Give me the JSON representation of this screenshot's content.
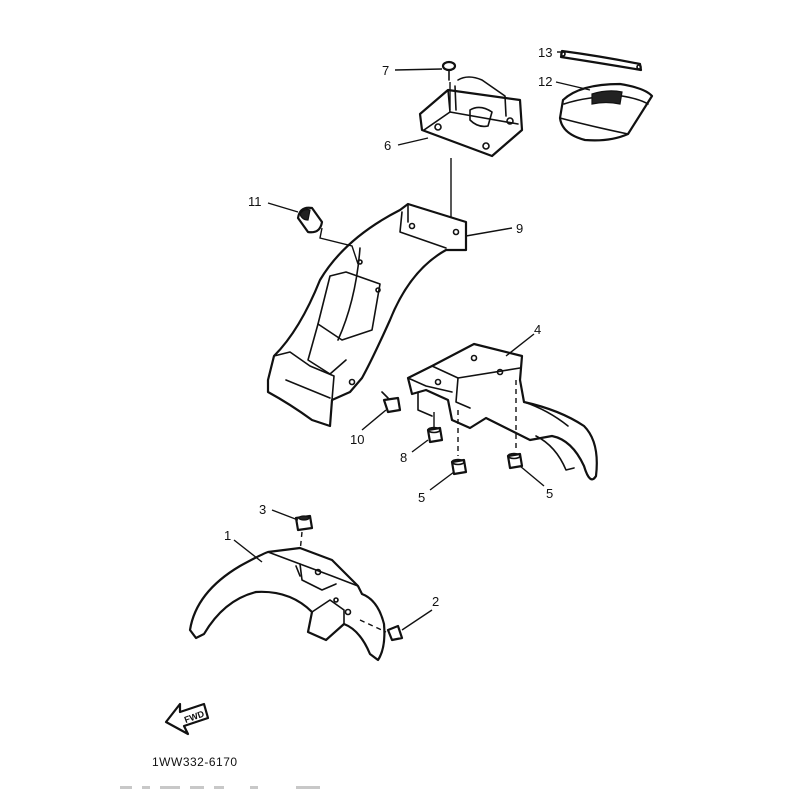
{
  "callouts": {
    "c1": "1",
    "c2": "2",
    "c3": "3",
    "c4": "4",
    "c5a": "5",
    "c5b": "5",
    "c6": "6",
    "c7": "7",
    "c8": "8",
    "c9": "9",
    "c10": "10",
    "c11": "11",
    "c12": "12",
    "c13": "13"
  },
  "direction_label": "FWD",
  "drawing_code": "1WW332-6170",
  "colors": {
    "line": "#111111",
    "background": "#ffffff"
  }
}
